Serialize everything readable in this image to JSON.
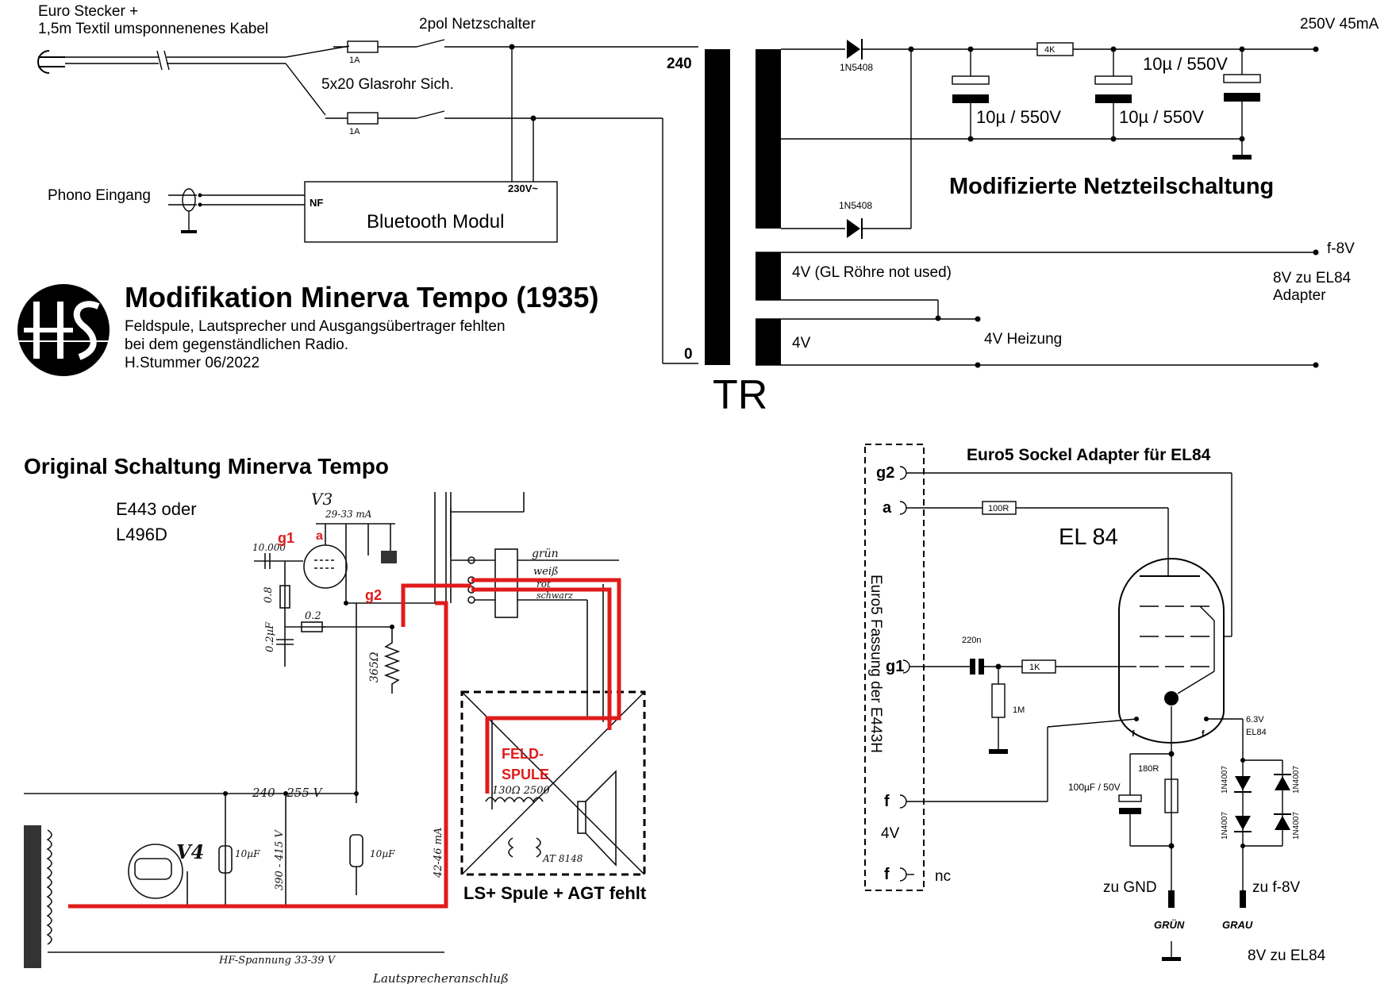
{
  "power_supply": {
    "mains_plug_label_1": "Euro Stecker +",
    "mains_plug_label_2": "1,5m Textil umsponnenenes Kabel",
    "switch_label": "2pol Netzschalter",
    "fuse_label": "5x20 Glasrohr Sich.",
    "fuse_value_1": "1A",
    "fuse_value_2": "1A",
    "phono_label": "Phono Eingang",
    "bt_module_label": "Bluetooth Modul",
    "bt_nf_label": "NF",
    "bt_power_label": "230V~",
    "tap_240": "240",
    "tap_0": "0",
    "transformer_label": "TR",
    "diode_1": "1N5408",
    "diode_2": "1N5408",
    "resistor_4k": "4K",
    "cap_1": "10µ / 550V",
    "cap_2": "10µ / 550V",
    "cap_3": "10µ / 550V",
    "output_hv": "250V 45mA",
    "section_title": "Modifizierte Netzteilschaltung",
    "winding_4v_unused": "4V (GL Röhre not used)",
    "winding_4v": "4V",
    "heater_label": "4V Heizung",
    "output_f8v": "f-8V",
    "adapter_note_1": "8V zu EL84",
    "adapter_note_2": "Adapter"
  },
  "title_block": {
    "logo_text": "H·S",
    "title": "Modifikation Minerva Tempo (1935)",
    "line_1": "Feldspule, Lautsprecher und Ausgangsübertrager fehlten",
    "line_2": "bei dem gegenständlichen Radio.",
    "line_3": "H.Stummer  06/2022"
  },
  "original": {
    "title": "Original Schaltung Minerva Tempo",
    "tube_types_1": "E443 oder",
    "tube_types_2": "L496D",
    "label_g1": "g1",
    "label_a": "a",
    "label_g2": "g2",
    "field_coil_1": "FELD-",
    "field_coil_2": "SPULE",
    "missing_note": "LS+ Spule + AGT fehlt",
    "hw_v3": "V3",
    "hw_29_33": "29-33 mA",
    "hw_10000": "10.000",
    "hw_08": "0.8",
    "hw_02uf": "0.2µF",
    "hw_02": "0.2",
    "hw_365": "365Ω",
    "hw_gruen": "grün",
    "hw_weiss": "weiß",
    "hw_rot": "rot",
    "hw_schwarz": "schwarz",
    "hw_240_255": "240 - 255 V",
    "hw_390_415": "390 - 415 V",
    "hw_10uf": "10µF",
    "hw_10uf_b": "10µF",
    "hw_42_46": "42-46 mA",
    "hw_130": "130Ω 2500",
    "hw_at": "AT 8148",
    "hw_v4": "V4",
    "hw_hf": "HF-Spannung 33-39 V",
    "hw_ls": "Lautsprecheranschluß"
  },
  "adapter": {
    "title": "Euro5 Sockel Adapter für EL84",
    "socket_label": "Euro5 Fassung der E443H",
    "pin_g2": "g2",
    "pin_a": "a",
    "pin_g1": "g1",
    "pin_f1": "f",
    "pin_f2": "f",
    "label_4v": "4V",
    "label_nc": "nc",
    "r_100": "100R",
    "c_220n": "220n",
    "r_1k": "1K",
    "r_1m": "1M",
    "tube": "EL 84",
    "fil_f1": "f",
    "fil_f2": "f",
    "heater_v": "6.3V",
    "heater_tube": "EL84",
    "r_180": "180R",
    "c_100uf": "100µF / 50V",
    "d1": "1N4007",
    "d2": "1N4007",
    "d3": "1N4007",
    "d4": "1N4007",
    "zu_gnd": "zu GND",
    "zu_f8v": "zu f-8V",
    "gruen": "GRÜN",
    "grau": "GRAU",
    "note": "8V zu EL84"
  }
}
